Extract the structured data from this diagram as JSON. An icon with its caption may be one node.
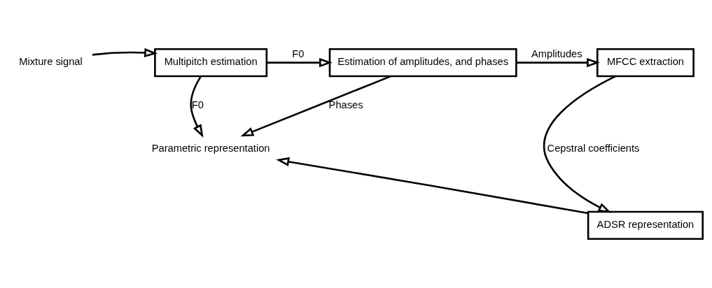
{
  "diagram": {
    "nodes": [
      {
        "text": [
          "Mixture signal"
        ]
      },
      {
        "text": [
          "Multipitch estimation"
        ]
      },
      {
        "text": [
          "Estimation of amplitudes, and phases"
        ]
      },
      {
        "text": [
          "MFCC extraction"
        ]
      },
      {
        "text": [
          "Parametric representation"
        ]
      },
      {
        "text": [
          "ADSR representation"
        ]
      }
    ],
    "edges": [
      {
        "from": 0,
        "to": 1,
        "arrow": "to"
      },
      {
        "from": 1,
        "to": 2,
        "arrow": "to",
        "label": "F0"
      },
      {
        "from": 2,
        "to": 3,
        "arrow": "to",
        "label": "Amplitudes"
      },
      {
        "from": 1,
        "to": 4,
        "arrow": "to",
        "label": "F0"
      },
      {
        "from": 2,
        "to": 4,
        "arrow": "to",
        "label": "Phases"
      },
      {
        "from": 3,
        "to": 5,
        "arrow": "to",
        "label": "Cepstral coefficients"
      },
      {
        "from": 5,
        "to": 4,
        "arrow": "to"
      }
    ]
  }
}
